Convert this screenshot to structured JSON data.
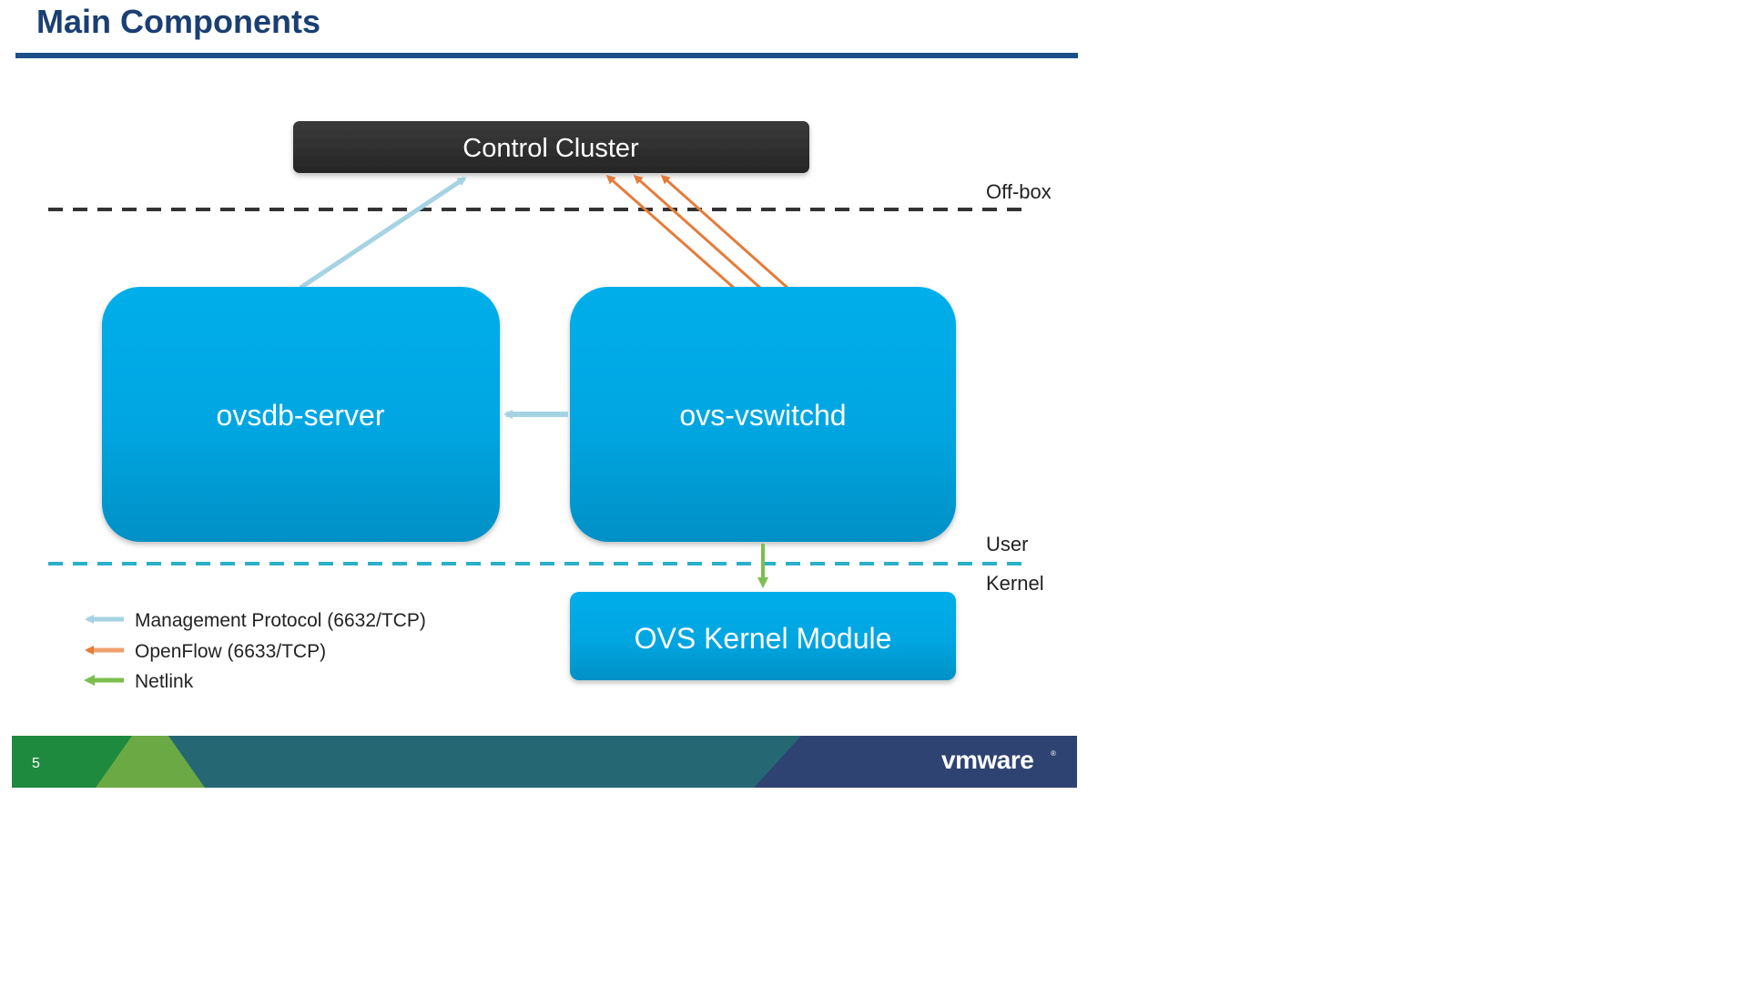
{
  "slide": {
    "title": "Main Components",
    "page_number": "5",
    "brand_logo_text": "vmware"
  },
  "diagram": {
    "boxes": {
      "control_cluster": "Control Cluster",
      "ovsdb_server": "ovsdb-server",
      "ovs_vswitchd": "ovs-vswitchd",
      "kernel_module": "OVS Kernel Module"
    },
    "boundaries": {
      "off_box": "Off-box",
      "user": "User",
      "kernel": "Kernel"
    },
    "legend": [
      {
        "label": "Management Protocol (6632/TCP)",
        "color": "#a5d3e3"
      },
      {
        "label": "OpenFlow (6633/TCP)",
        "color": "#f0a070"
      },
      {
        "label": "Netlink",
        "color": "#7cbf4f"
      }
    ]
  },
  "colors": {
    "title": "#1b3f73",
    "title_rule": "#1b4f8a",
    "box_blue": "#03aeea",
    "box_blue_dark": "#0290c6",
    "control_cluster_fill": "#2e2e2e",
    "management_arrow": "#a5d3e3",
    "openflow_arrow": "#e57c3a",
    "netlink_arrow": "#7cbf4f",
    "footer_green": "#1e8a3e",
    "footer_light_green": "#6aa944",
    "footer_teal": "#256873",
    "footer_navy": "#2e4371"
  }
}
